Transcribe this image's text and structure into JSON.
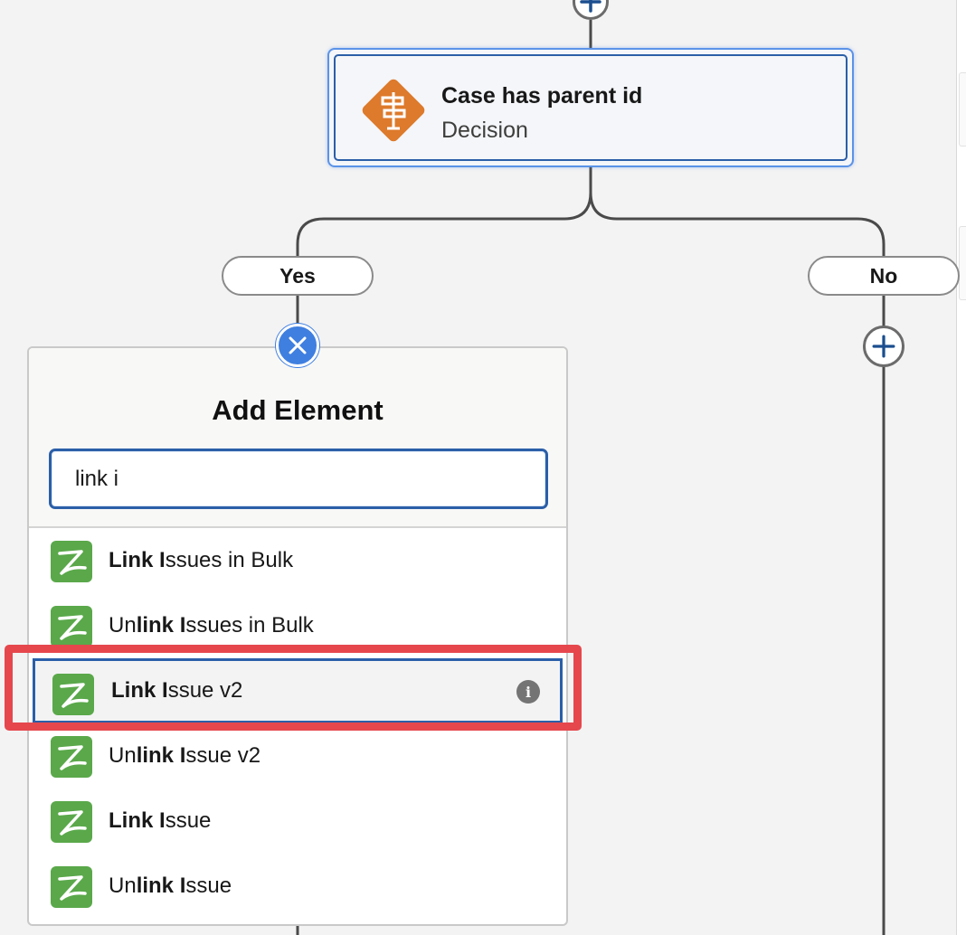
{
  "decision": {
    "title": "Case has parent id",
    "type_label": "Decision",
    "icon": "signpost-decision-icon",
    "icon_color": "#dd7a2b"
  },
  "branches": {
    "yes_label": "Yes",
    "no_label": "No"
  },
  "add_element_panel": {
    "title": "Add Element",
    "search_value": "link i",
    "results": [
      {
        "segments": [
          {
            "t": "Link",
            "b": true
          },
          {
            "t": " ",
            "b": false
          },
          {
            "t": "I",
            "b": true
          },
          {
            "t": "ssues in Bulk",
            "b": false
          }
        ],
        "selected": false
      },
      {
        "segments": [
          {
            "t": "Un",
            "b": false
          },
          {
            "t": "link",
            "b": true
          },
          {
            "t": " ",
            "b": false
          },
          {
            "t": "I",
            "b": true
          },
          {
            "t": "ssues in Bulk",
            "b": false
          }
        ],
        "selected": false
      },
      {
        "segments": [
          {
            "t": "Link",
            "b": true
          },
          {
            "t": " ",
            "b": false
          },
          {
            "t": "I",
            "b": true
          },
          {
            "t": "ssue v2",
            "b": false
          }
        ],
        "selected": true
      },
      {
        "segments": [
          {
            "t": "Un",
            "b": false
          },
          {
            "t": "link",
            "b": true
          },
          {
            "t": " ",
            "b": false
          },
          {
            "t": "I",
            "b": true
          },
          {
            "t": "ssue v2",
            "b": false
          }
        ],
        "selected": false
      },
      {
        "segments": [
          {
            "t": "Link",
            "b": true
          },
          {
            "t": " ",
            "b": false
          },
          {
            "t": "I",
            "b": true
          },
          {
            "t": "ssue",
            "b": false
          }
        ],
        "selected": false
      },
      {
        "segments": [
          {
            "t": "Un",
            "b": false
          },
          {
            "t": "link",
            "b": true
          },
          {
            "t": " ",
            "b": false
          },
          {
            "t": "I",
            "b": true
          },
          {
            "t": "ssue",
            "b": false
          }
        ],
        "selected": false
      }
    ],
    "result_icon": "zephyr-app-icon",
    "result_icon_color": "#5aa84a",
    "info_icon_glyph": "i"
  },
  "colors": {
    "accent_blue": "#2b5fa8",
    "close_button": "#3f7fe0",
    "highlight": "#e5474d"
  }
}
